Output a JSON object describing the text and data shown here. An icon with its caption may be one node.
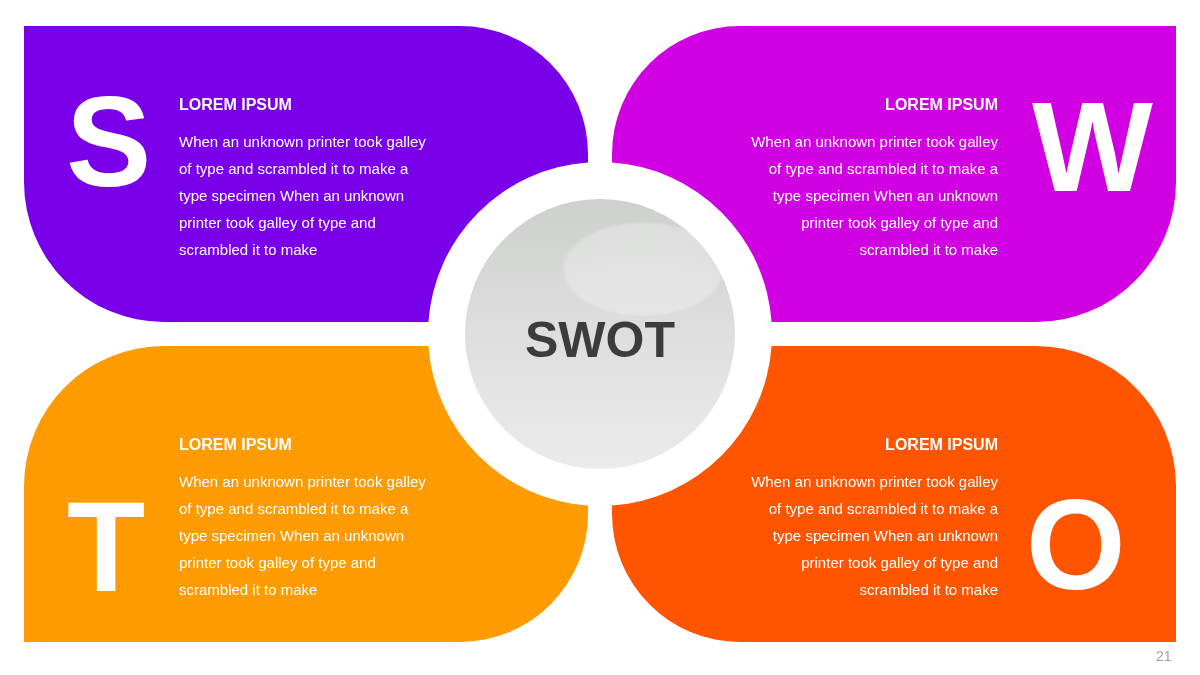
{
  "diagram": {
    "nodes": [
      {
        "text": [
          "S",
          "LOREM IPSUM",
          "When an unknown printer took galley of type and scrambled it to make a type specimen When an unknown printer took galley of type and scrambled it to make"
        ]
      },
      {
        "text": [
          "W",
          "LOREM IPSUM",
          "When an unknown printer took galley of type and scrambled it to make a type specimen When an unknown printer took galley of type and scrambled it to make"
        ]
      },
      {
        "text": [
          "SWOT"
        ]
      },
      {
        "text": [
          "T",
          "LOREM IPSUM",
          "When an unknown printer took galley of type and scrambled it to make a type specimen When an unknown printer took galley of type and scrambled it to make"
        ]
      },
      {
        "text": [
          "O",
          "LOREM IPSUM",
          "When an unknown printer took galley of type and scrambled it to make a type specimen When an unknown printer took galley of type and scrambled it to make"
        ]
      }
    ],
    "labels": [
      "21"
    ]
  }
}
